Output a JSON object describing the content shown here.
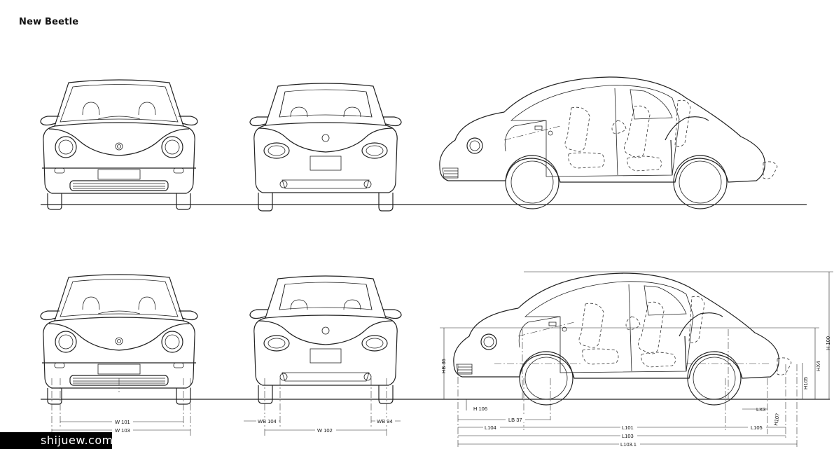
{
  "title": "New Beetle",
  "watermark": "shijuew.com",
  "dims": {
    "w101": "W 101",
    "w103": "W 103",
    "wb104": "WB 104",
    "w102": "W 102",
    "wb94": "WB 94",
    "hb36": "HB 36",
    "h106": "H 106",
    "lb37": "LB 37",
    "l104": "L104",
    "l101": "L101",
    "l105": "L105",
    "l103": "L103",
    "l1031": "L103.1",
    "lx3": "LX3",
    "h107": "H107",
    "h105": "H105",
    "hx4": "HX4",
    "h100": "H 100"
  }
}
